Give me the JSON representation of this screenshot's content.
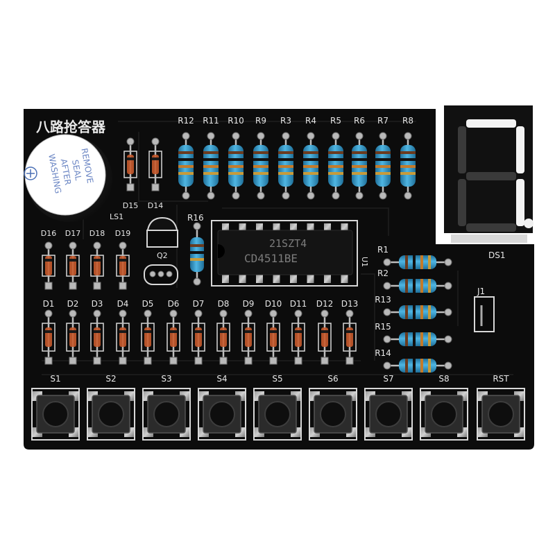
{
  "board": {
    "title": "八路抢答器",
    "colors": {
      "pcb": "#0c0c0c",
      "silkscreen": "#e8e8e8",
      "resistor_body": "#2f95c8",
      "diode_glass": "#c75a2c",
      "pad": "#b9b9b9"
    }
  },
  "buzzer": {
    "label": "LS1",
    "sticker_lines": [
      "REMOVE",
      "SEAL",
      "AFTER",
      "WASHING"
    ]
  },
  "top_diodes": [
    "D15",
    "D14"
  ],
  "top_resistors": [
    "R12",
    "R11",
    "R10",
    "R9",
    "R3",
    "R4",
    "R5",
    "R6",
    "R7",
    "R8"
  ],
  "left_diodes": [
    "D16",
    "D17",
    "D18",
    "D19"
  ],
  "transistor": {
    "label": "Q2"
  },
  "r16": {
    "label": "R16"
  },
  "ic": {
    "designator": "U1",
    "marking_top": "21SZT4",
    "marking_bottom": "CD4511BE"
  },
  "display": {
    "label": "DS1",
    "digit": "7"
  },
  "side_resistors": [
    "R1",
    "R2",
    "R13",
    "R15",
    "R14"
  ],
  "jumper": {
    "label": "J1"
  },
  "diode_row": [
    "D1",
    "D2",
    "D3",
    "D4",
    "D5",
    "D6",
    "D7",
    "D8",
    "D9",
    "D10",
    "D11",
    "D12",
    "D13"
  ],
  "buttons": [
    "S1",
    "S2",
    "S3",
    "S4",
    "S5",
    "S6",
    "S7",
    "S8",
    "RST"
  ]
}
